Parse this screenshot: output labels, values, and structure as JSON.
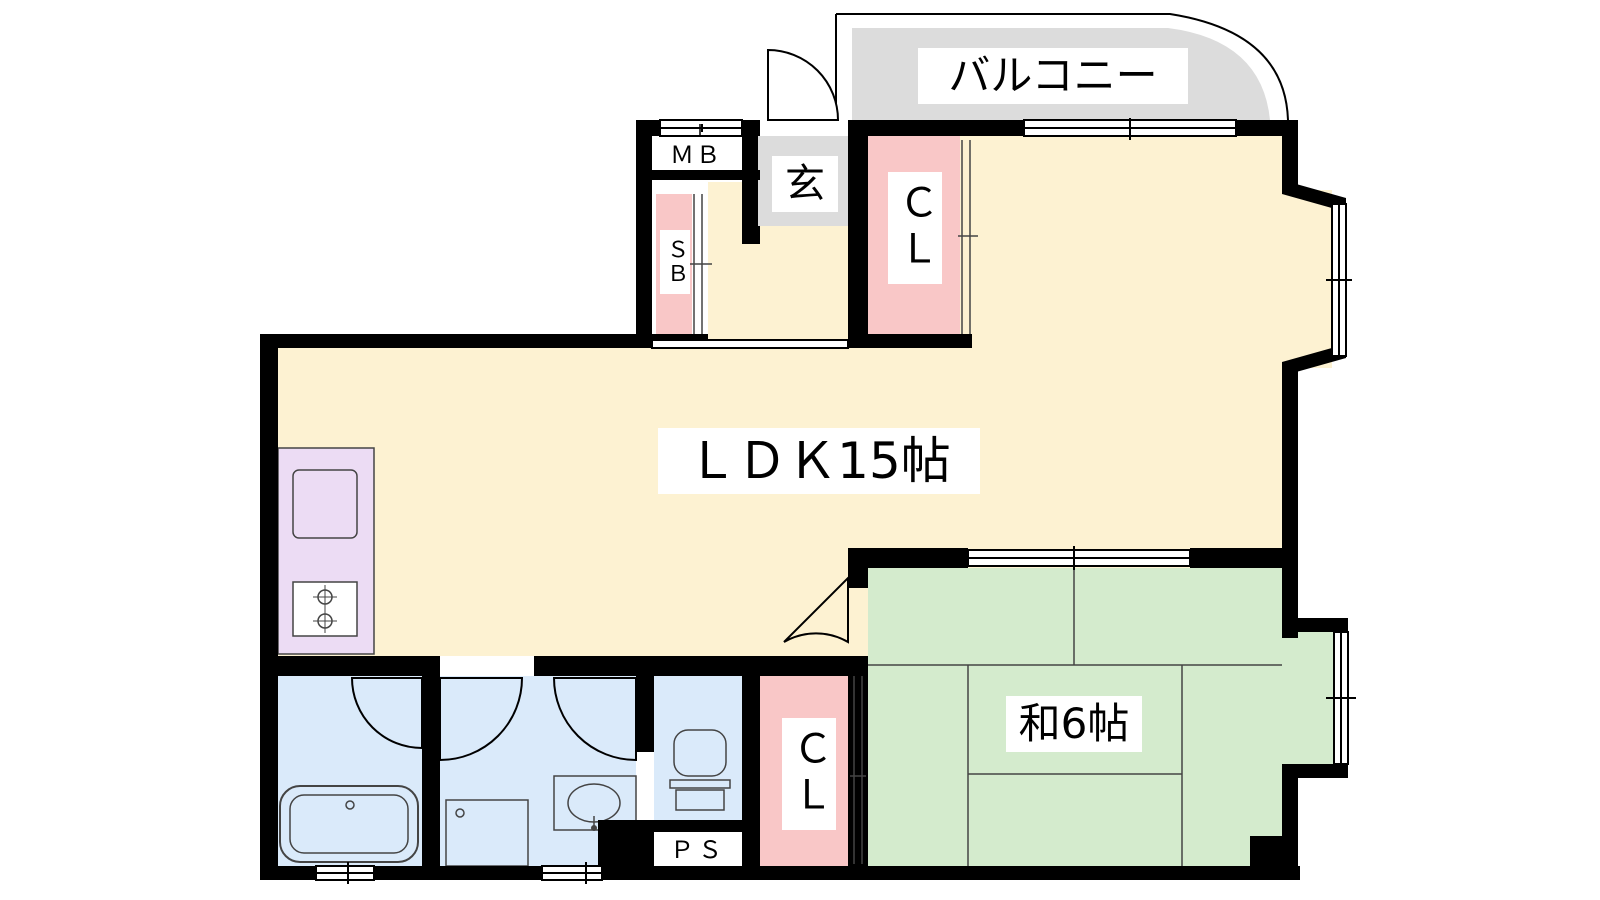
{
  "floor_plan": {
    "rooms": {
      "ldk": {
        "label": "ＬＤＫ15帖"
      },
      "washitsu": {
        "label": "和6帖"
      },
      "balcony": {
        "label": "バルコニー"
      },
      "genkan": {
        "label": "玄"
      },
      "closet_upper": {
        "label": "ＣＬ"
      },
      "closet_lower": {
        "label": "ＣＬ"
      },
      "meter_box": {
        "label": "ＭＢ"
      },
      "shoe_box": {
        "label": "ＳＢ"
      },
      "pipe_space": {
        "label": "ＰＳ"
      }
    },
    "colors": {
      "ldk_floor": "#fdf2d2",
      "tatami": "#d4ebcd",
      "closet": "#f9c7c7",
      "wet_area": "#daeafa",
      "kitchen": "#ecdcf4",
      "balcony": "#dcdcdc",
      "genkan": "#dcdcdc",
      "wall": "#000000"
    }
  }
}
